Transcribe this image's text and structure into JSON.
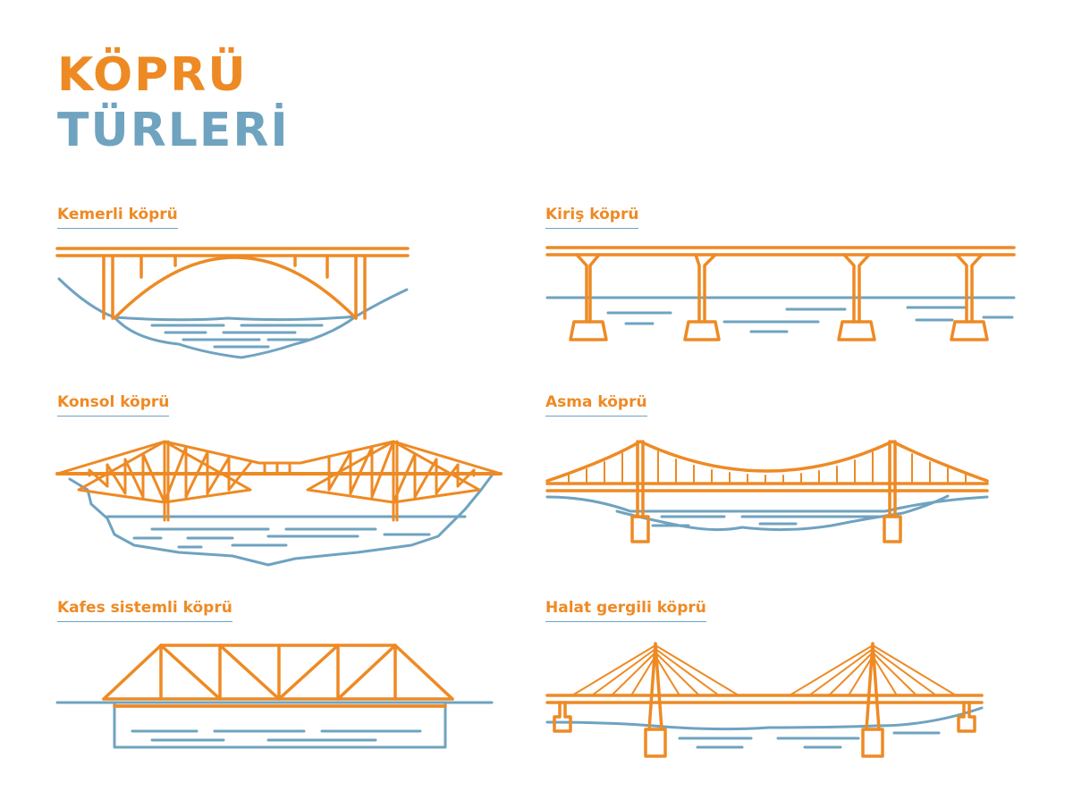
{
  "title": {
    "line1": "KÖPRÜ",
    "line2": "TÜRLERİ"
  },
  "colors": {
    "orange": "#EE8A24",
    "blue": "#6FA3C0"
  },
  "bridges": [
    {
      "label": "Kemerli köprü"
    },
    {
      "label": "Kiriş köprü"
    },
    {
      "label": "Konsol köprü"
    },
    {
      "label": "Asma köprü"
    },
    {
      "label": "Kafes sistemli köprü"
    },
    {
      "label": "Halat gergili köprü"
    }
  ]
}
